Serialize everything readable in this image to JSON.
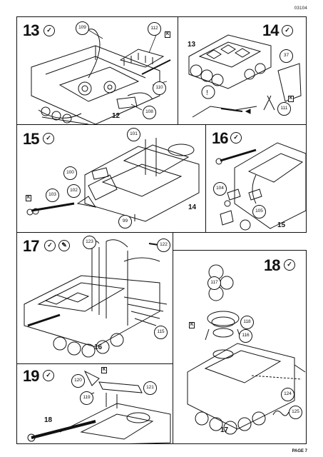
{
  "page": {
    "code": "03104",
    "page_label": "PAGE 7"
  },
  "steps": [
    {
      "number": "13",
      "callouts": [
        "109",
        "112",
        "110",
        "108"
      ],
      "label": "12",
      "flag": "K"
    },
    {
      "number": "14",
      "callouts": [
        "37",
        "111"
      ],
      "label": "13",
      "flag": "K"
    },
    {
      "number": "15",
      "callouts": [
        "101",
        "100",
        "102",
        "103",
        "99"
      ],
      "label": "14",
      "flag": "K"
    },
    {
      "number": "16",
      "callouts": [
        "104",
        "105"
      ],
      "label": "15"
    },
    {
      "number": "17",
      "callouts": [
        "123",
        "122",
        "115"
      ],
      "label": "16"
    },
    {
      "number": "18",
      "callouts": [
        "117",
        "118",
        "116",
        "124",
        "125"
      ],
      "label": "17",
      "flag": "K"
    },
    {
      "number": "19",
      "callouts": [
        "120",
        "121",
        "119"
      ],
      "label": "18",
      "flag": "K"
    }
  ]
}
